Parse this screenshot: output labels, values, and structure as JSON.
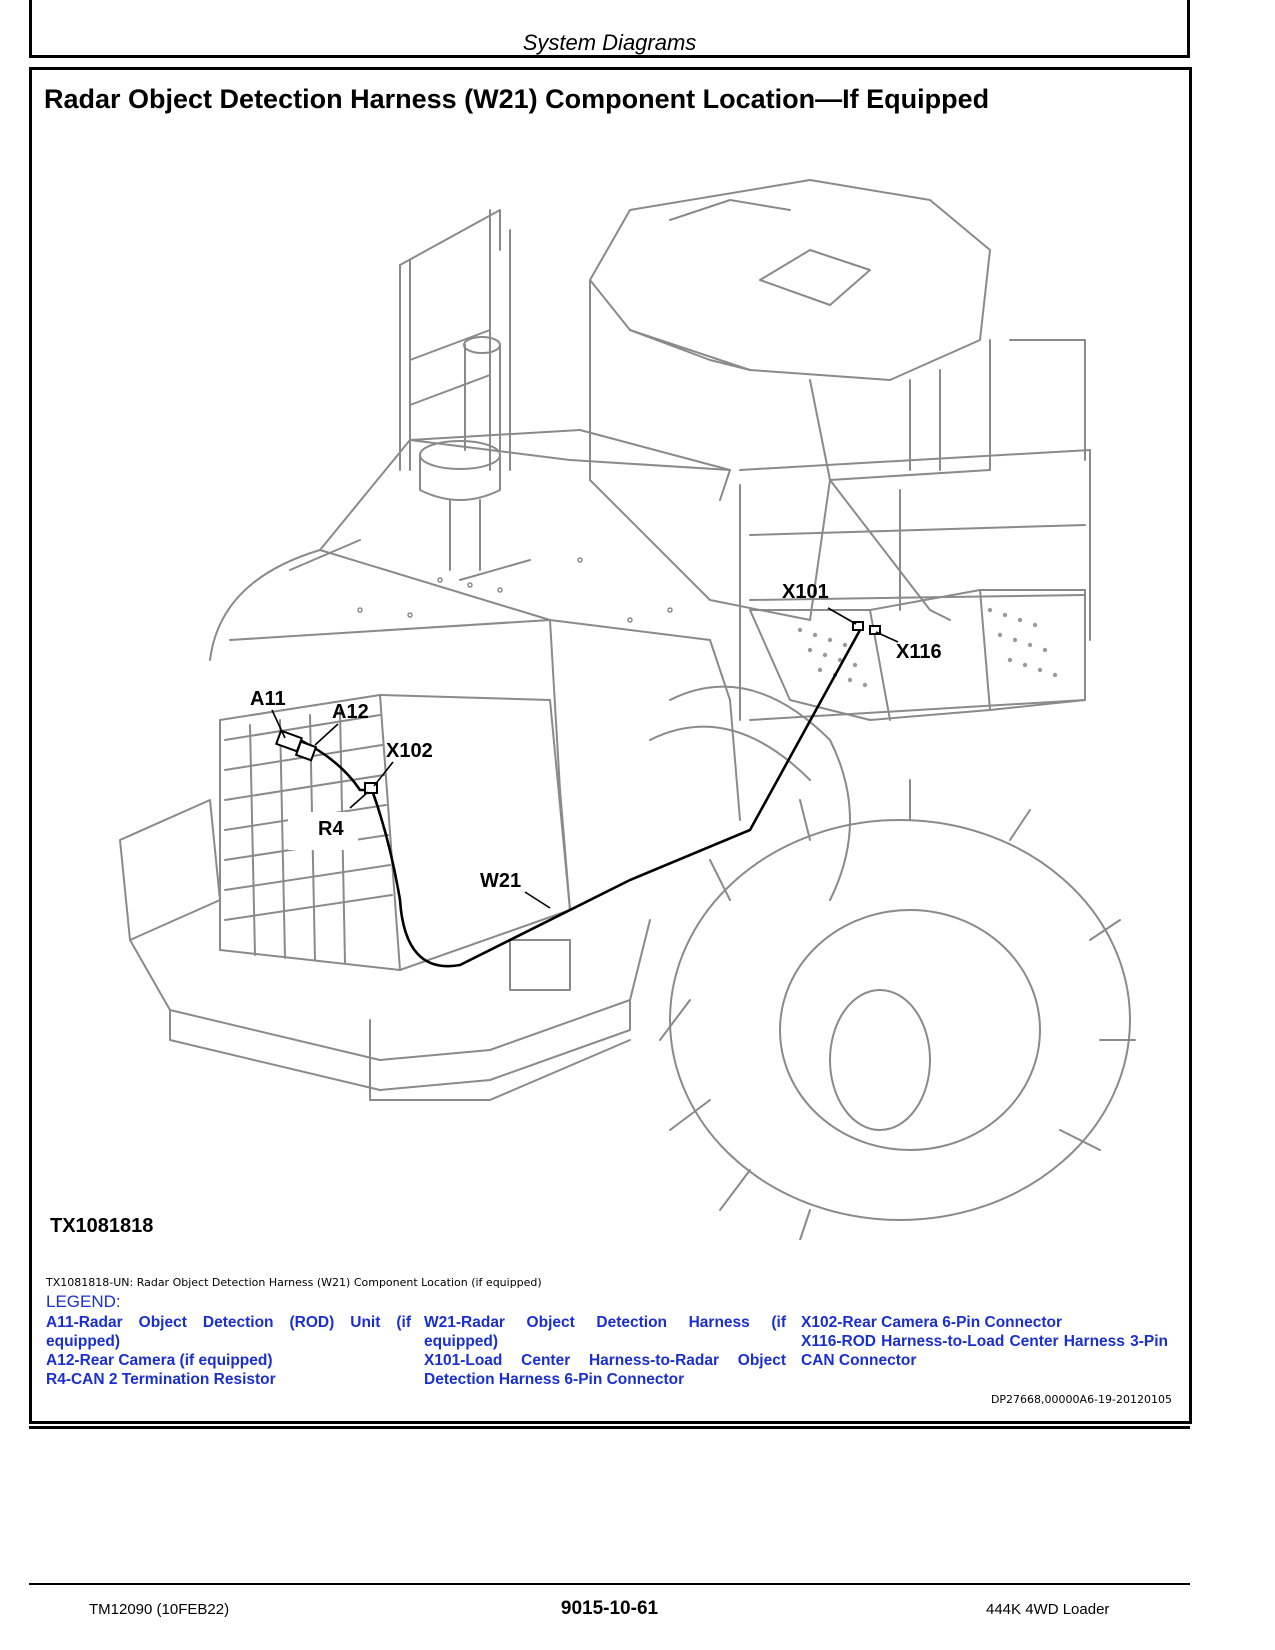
{
  "header": {
    "section_title": "System Diagrams"
  },
  "title": "Radar Object Detection Harness (W21) Component Location—If Equipped",
  "diagram": {
    "callouts": {
      "A11": "A11",
      "A12": "A12",
      "X102": "X102",
      "R4": "R4",
      "W21": "W21",
      "X101": "X101",
      "X116": "X116"
    },
    "figure_id": "TX1081818"
  },
  "caption": "TX1081818-UN: Radar Object Detection Harness (W21) Component Location (if equipped)",
  "legend": {
    "title": "LEGEND:",
    "columns": [
      [
        "A11-Radar Object Detection (ROD) Unit (if equipped)",
        "A12-Rear Camera (if equipped)",
        "R4-CAN 2 Termination Resistor"
      ],
      [
        "W21-Radar Object Detection Harness (if equipped)",
        "X101-Load Center Harness-to-Radar Object Detection Harness 6-Pin Connector"
      ],
      [
        "X102-Rear Camera 6-Pin Connector",
        "X116-ROD Harness-to-Load Center Harness 3-Pin CAN Connector"
      ]
    ]
  },
  "doc_code": "DP27668,00000A6-19-20120105",
  "footer": {
    "left": "TM12090 (10FEB22)",
    "center": "9015-10-61",
    "right": "444K 4WD Loader"
  },
  "colors": {
    "legend_text": "#1a2fcf",
    "line_art": "#8a8a8a",
    "harness": "#000000"
  }
}
